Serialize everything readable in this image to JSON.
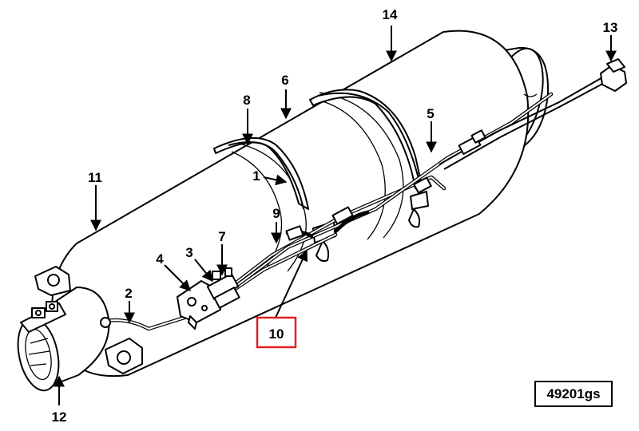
{
  "figure_code": "49201gs",
  "callouts": {
    "c1": "1",
    "c2": "2",
    "c3": "3",
    "c4": "4",
    "c5": "5",
    "c6": "6",
    "c7": "7",
    "c8": "8",
    "c9": "9",
    "c10": "10",
    "c11": "11",
    "c12": "12",
    "c13": "13",
    "c14": "14"
  },
  "highlight": {
    "callout": "10",
    "color": "#e02020"
  },
  "colors": {
    "line": "#000000",
    "background": "#ffffff"
  }
}
